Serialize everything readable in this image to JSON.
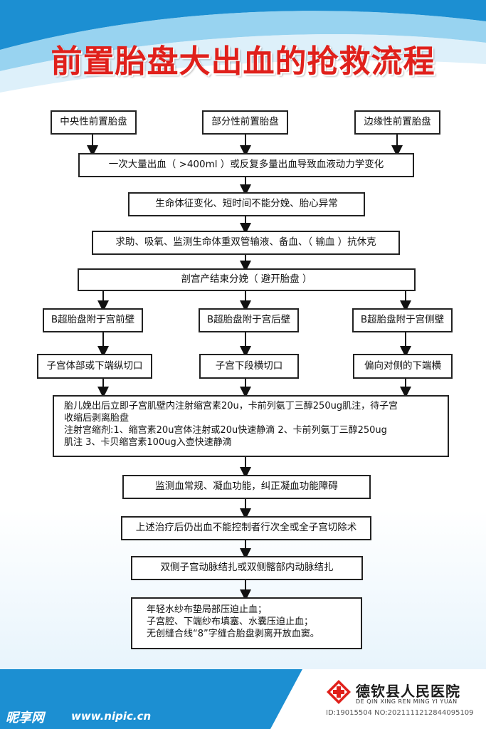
{
  "title": "前置胎盘大出血的抢救流程",
  "types": {
    "central": "中央性前置胎盘",
    "partial": "部分性前置胎盘",
    "marginal": "边缘性前置胎盘"
  },
  "steps": {
    "s1": "一次大量出血（ >400ml ）或反复多量出血导致血液动力学变化",
    "s2": "生命体征变化、短时间不能分娩、胎心异常",
    "s3": "求助、吸氧、监测生命体重双管输液、备血、（ 输血 ）抗休克",
    "s4": "剖宫产结束分娩（ 避开胎盘 ）"
  },
  "branches": {
    "front": {
      "position": "B超胎盘附于宫前壁",
      "incision": "子宫体部或下端纵切口"
    },
    "back": {
      "position": "B超胎盘附于宫后壁",
      "incision": "子宫下段横切口"
    },
    "side": {
      "position": "B超胎盘附于宫侧壁",
      "incision": "偏向对侧的下端横"
    }
  },
  "uterotonic": {
    "line1": "胎儿娩出后立即子宫肌壁内注射缩宫素20u，卡前列氨丁三醇250ug肌注，待子宫",
    "line2": "收缩后剥离胎盘",
    "line3": "注射宫缩剂:1、缩宫素20u宫体注射或20u快速静滴  2、卡前列氨丁三醇250ug",
    "line4": "肌注   3、卡贝缩宫素100ug入壶快速静滴"
  },
  "steps2": {
    "s5": "监测血常规、凝血功能，纠正凝血功能障碍",
    "s6": "上述治疗后仍出血不能控制者行次全或全子宫切除术",
    "s7": "双侧子宫动脉结扎或双侧髂部内动脉结扎"
  },
  "final": {
    "line1": "年轻水纱布垫局部压迫止血；",
    "line2": "子宫腔、下端纱布填塞、水囊压迫止血；",
    "line3": "无创缝合线“8”字缝合胎盘剥离开放血窦。"
  },
  "footer": {
    "hospital": "德钦县人民医院",
    "pinyin": "DE QIN XING REN MING YI YUAN",
    "watermark": "昵享网",
    "url": "www.nipic.cn",
    "id": "ID:19015504 NO:20211112128440951​09"
  },
  "colors": {
    "title": "#e0201b",
    "footer_blue": "#1c8fd2"
  }
}
